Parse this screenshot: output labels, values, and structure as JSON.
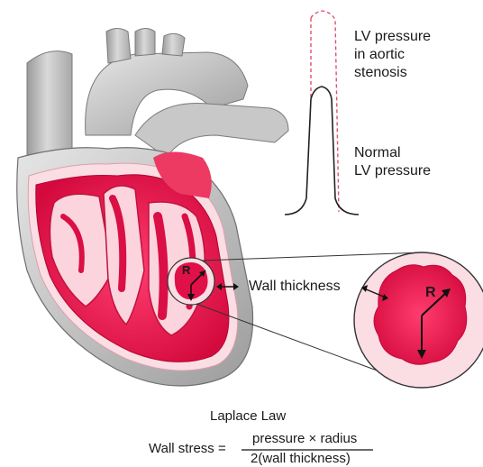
{
  "labels": {
    "lv_pressure_aortic": [
      "LV pressure",
      "in aortic",
      "stenosis"
    ],
    "normal_lv_pressure": [
      "Normal",
      "LV pressure"
    ],
    "wall_thickness": "Wall thickness",
    "radius_small": "R",
    "radius_large": "R"
  },
  "equation": {
    "title": "Laplace Law",
    "lhs": "Wall stress =",
    "numerator": "pressure × radius",
    "denominator": "2(wall thickness)"
  },
  "colors": {
    "myocardium": "#e01048",
    "myocardium_light": "#f26a8a",
    "pericardium": "#fbdde4",
    "heart_outer": "#bdbdbd",
    "heart_outer_light": "#dcdcdc",
    "normal_curve": "#222222",
    "stenosis_curve": "#e0506e"
  }
}
